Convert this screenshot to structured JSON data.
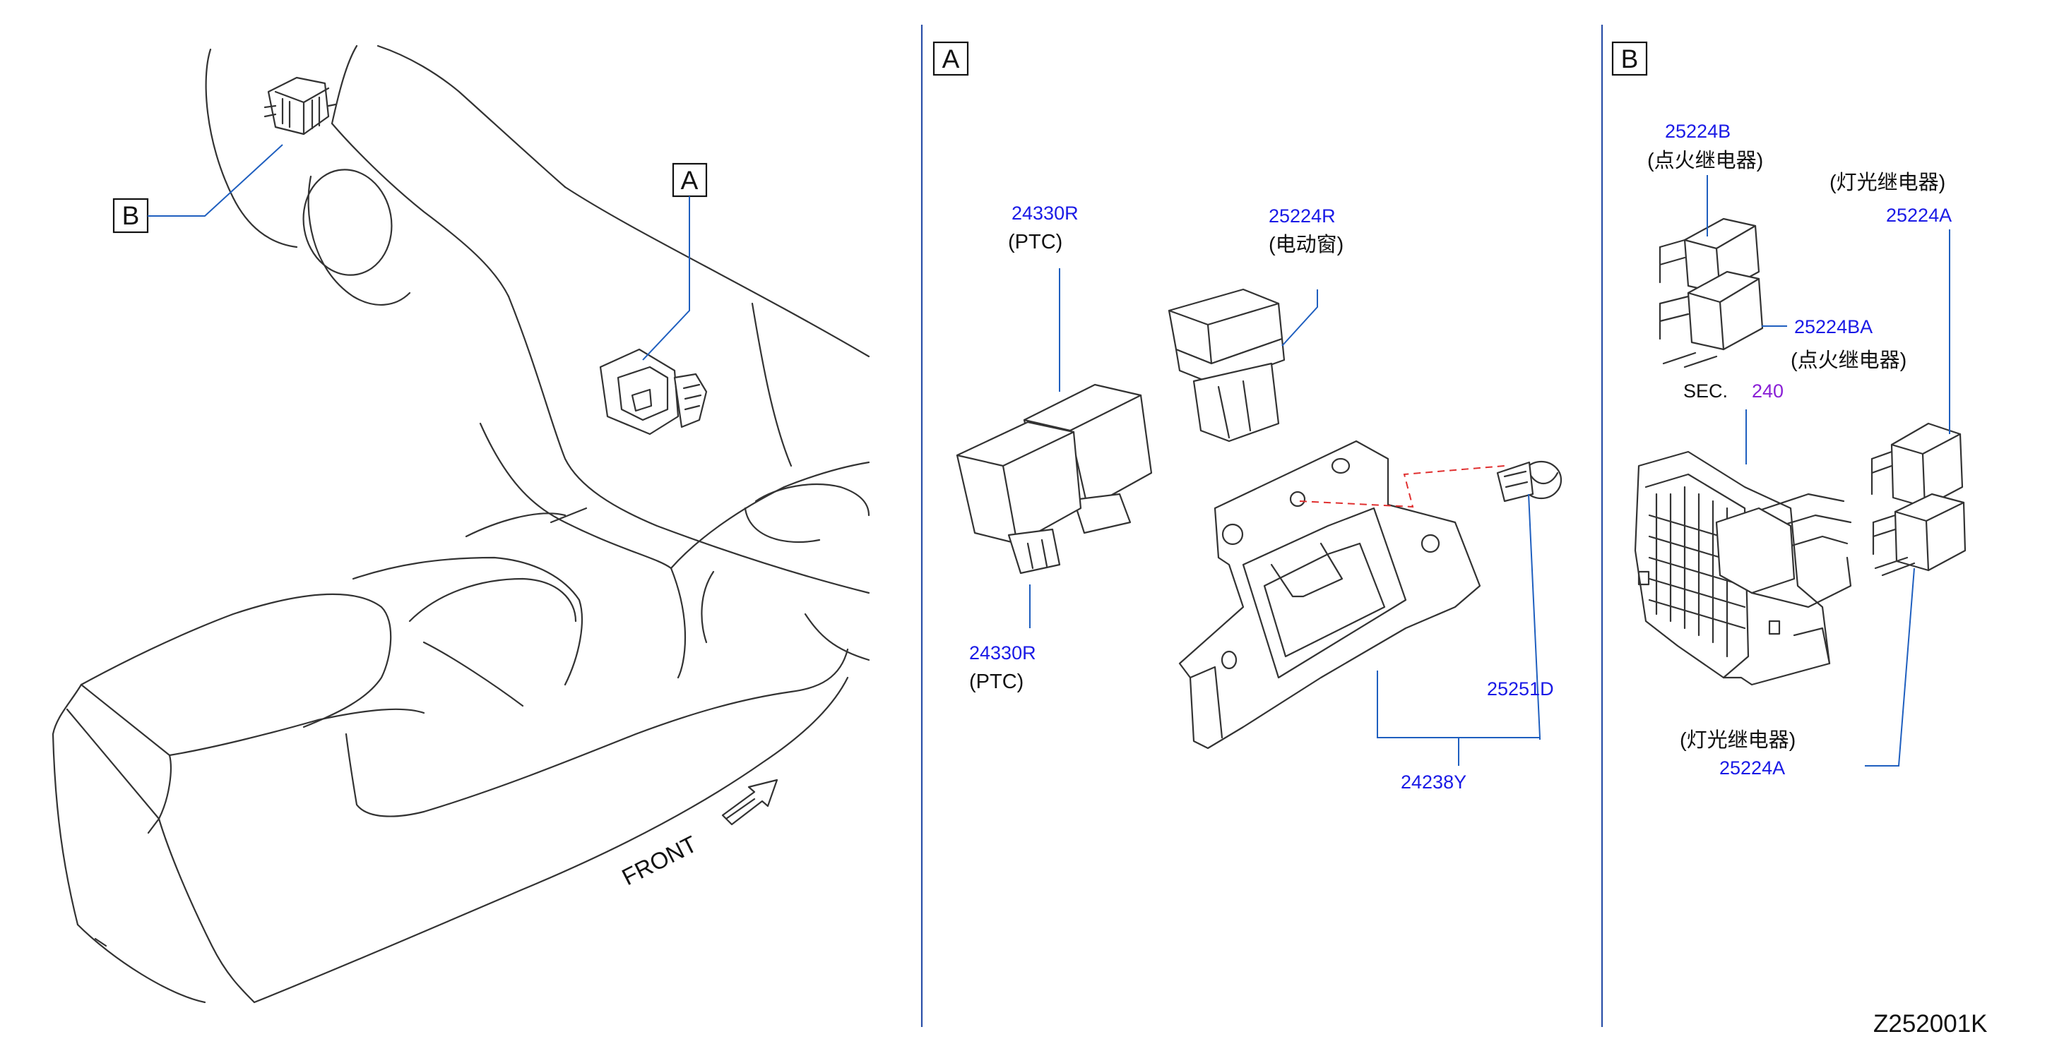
{
  "diagram": {
    "code": "Z252001K",
    "panels": {
      "overview": {
        "label_a": "A",
        "label_b": "B",
        "front": "FRONT"
      },
      "a": {
        "label": "A",
        "parts": [
          {
            "id": "24330R",
            "note": "(PTC)"
          },
          {
            "id": "24330R",
            "note": "(PTC)"
          },
          {
            "id": "25224R",
            "note": "(电动窗)"
          },
          {
            "id": "25251D"
          },
          {
            "id": "24238Y"
          }
        ]
      },
      "b": {
        "label": "B",
        "parts": [
          {
            "id": "25224B",
            "note": "(点火继电器)"
          },
          {
            "id": "25224BA",
            "note": "(点火继电器)"
          },
          {
            "id": "25224A",
            "note": "(灯光继电器)"
          },
          {
            "id": "25224A",
            "note": "(灯光继电器)"
          }
        ],
        "sec": {
          "label": "SEC.",
          "number": "240"
        }
      }
    },
    "colors": {
      "part_number": "#1a1ae6",
      "leader": "#1f5fbf",
      "divider": "#2a4fa8",
      "sec_number": "#8a1fd6",
      "dashed": "#e03030"
    }
  }
}
